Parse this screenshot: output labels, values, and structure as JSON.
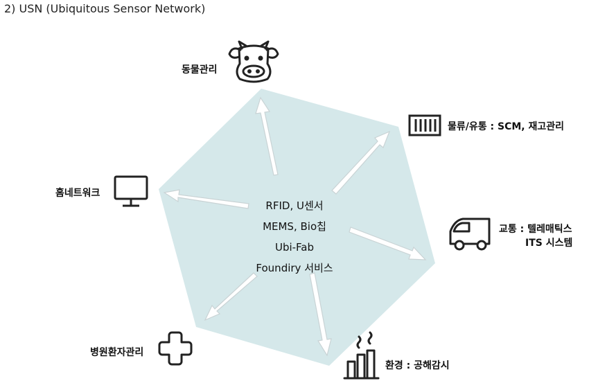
{
  "title": "2) USN (Ubiquitous Sensor Network)",
  "center_lines": [
    "RFID, U센서",
    "MEMS, Bio칩",
    "Ubi-Fab",
    "Foundiry 서비스"
  ],
  "nodes": {
    "animal": {
      "label": "동물관리",
      "icon": "cow-icon"
    },
    "logistics": {
      "label": "물류/유통 : SCM, 재고관리",
      "icon": "container-icon"
    },
    "home": {
      "label": "홈네트워크",
      "icon": "monitor-icon"
    },
    "traffic": {
      "label_line1": "교통 : 텔레매틱스",
      "label_line2": "ITS 시스템",
      "icon": "truck-icon"
    },
    "hospital": {
      "label": "병원환자관리",
      "icon": "medical-cross-icon"
    },
    "environment": {
      "label": "환경 : 공해감시",
      "icon": "factory-icon"
    }
  },
  "colors": {
    "hexagon_fill": "#d5e8ea",
    "arrow_fill": "#ffffff",
    "arrow_stroke": "#c9d3d5",
    "icon_stroke": "#222222"
  }
}
